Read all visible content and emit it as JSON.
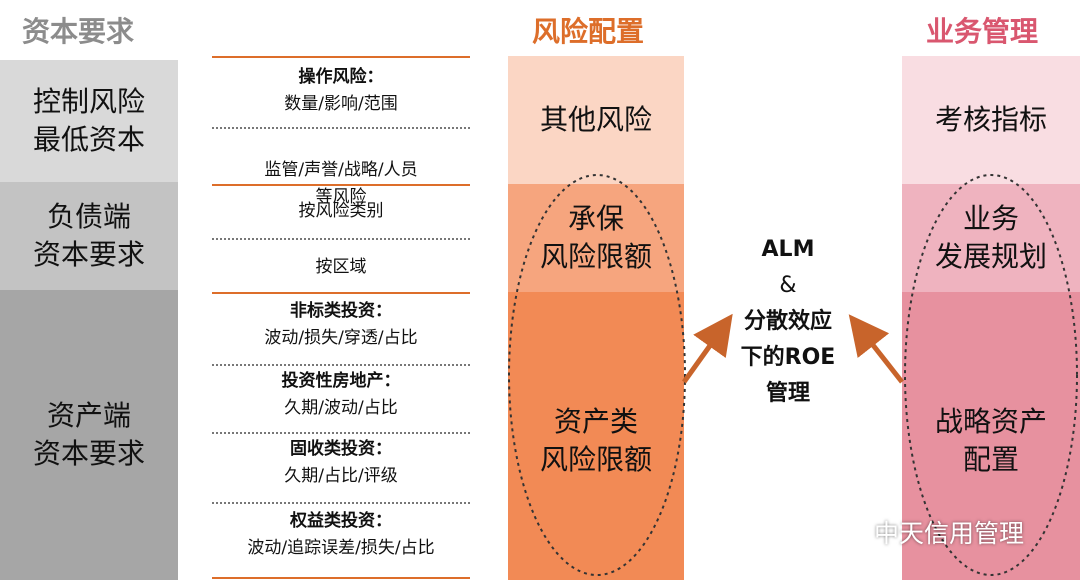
{
  "headers": {
    "capital": "资本要求",
    "risk": "风险配置",
    "business": "业务管理"
  },
  "left_blocks": [
    "控制风险\n最低资本",
    "负债端\n资本要求",
    "资产端\n资本要求"
  ],
  "middle_cells": [
    {
      "title": "操作风险：",
      "detail": "数量/影响/范围"
    },
    {
      "title": "",
      "detail": "监管/声誉/战略/人员\n等风险"
    },
    {
      "title": "",
      "detail": "按风险类别"
    },
    {
      "title": "",
      "detail": "按区域"
    },
    {
      "title": "非标类投资：",
      "detail": "波动/损失/穿透/占比"
    },
    {
      "title": "投资性房地产：",
      "detail": "久期/波动/占比"
    },
    {
      "title": "固收类投资：",
      "detail": "久期/占比/评级"
    },
    {
      "title": "权益类投资：",
      "detail": "波动/追踪误差/损失/占比"
    }
  ],
  "risk_blocks": [
    "其他风险",
    "承保\n风险限额",
    "资产类\n风险限额"
  ],
  "business_blocks": [
    "考核指标",
    "业务\n发展规划",
    "战略资产\n配置"
  ],
  "center": {
    "line1": "ALM",
    "line2": "&",
    "line3": "分散效应\n下的ROE\n管理"
  },
  "watermark": "中天信用管理",
  "colors": {
    "header_gray": "#8c8c8c",
    "header_orange": "#dd6e2a",
    "header_pink": "#d9576f",
    "left_1": "#d9d9d9",
    "left_2": "#c3c3c3",
    "left_3": "#a6a6a6",
    "risk_1": "#fbd6c4",
    "risk_2": "#f6a57e",
    "risk_3": "#f28a55",
    "biz_1": "#f9dde2",
    "biz_2": "#efb3bf",
    "biz_3": "#e7919f",
    "arrow": "#c8642b",
    "rule_solid": "#dd6e2a"
  }
}
